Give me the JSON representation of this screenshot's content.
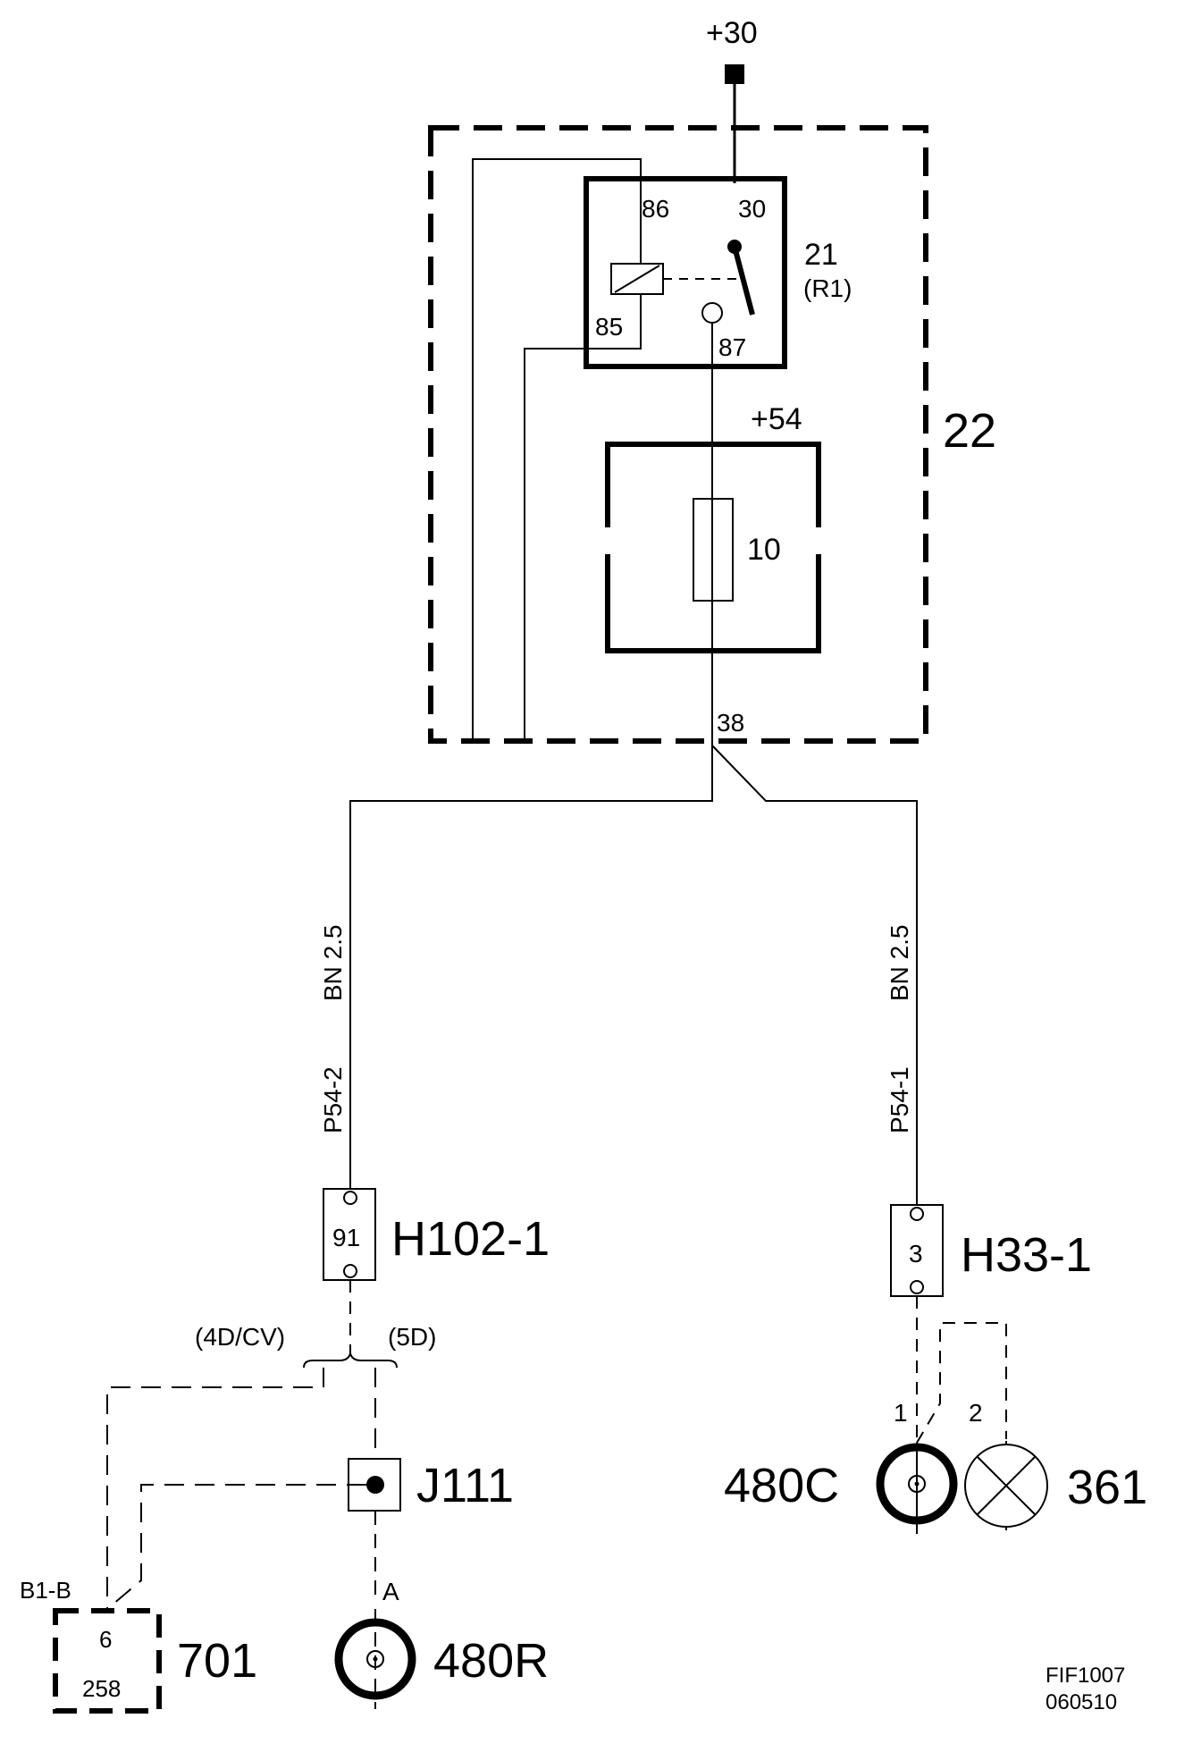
{
  "supply": {
    "terminal_30": "+30",
    "fuse_supply": "+54"
  },
  "relay": {
    "pin_86": "86",
    "pin_30": "30",
    "pin_85": "85",
    "pin_87": "87",
    "id": "21",
    "ref": "(R1)"
  },
  "fuse_box": {
    "id": "22",
    "fuse_number": "10",
    "output_pin": "38"
  },
  "wires": {
    "left": {
      "color_size": "BN 2.5",
      "id": "P54-2"
    },
    "right": {
      "color_size": "BN 2.5",
      "id": "P54-1"
    }
  },
  "connectors": {
    "h102": {
      "pin": "91",
      "label": "H102-1"
    },
    "h33": {
      "pin": "3",
      "label": "H33-1"
    },
    "j111": {
      "label": "J111"
    },
    "c701": {
      "pin_top": "6",
      "pin_bottom": "258",
      "label": "701",
      "pin_ref": "B1-B"
    }
  },
  "variants": {
    "left": "(4D/CV)",
    "right": "(5D)"
  },
  "components": {
    "c480r": {
      "label": "480R",
      "pin": "A"
    },
    "c480c": {
      "label": "480C",
      "pin": "1"
    },
    "c361": {
      "label": "361",
      "pin": "2"
    }
  },
  "footer": {
    "code": "FIF1007",
    "date": "060510"
  }
}
